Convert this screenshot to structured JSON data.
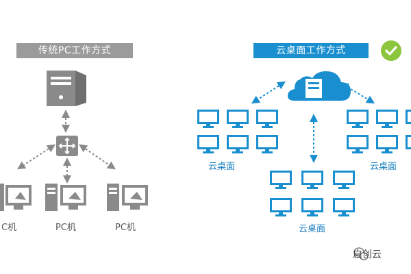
{
  "left_panel": {
    "title": "传统PC工作方式",
    "pc_labels": [
      "C机",
      "PC机",
      "PC机"
    ]
  },
  "right_panel": {
    "title": "云桌面工作方式",
    "group_labels": [
      "云桌面",
      "云桌面",
      "云桌面"
    ]
  },
  "watermark": "启创云",
  "colors": {
    "gray": "#8a8a8a",
    "gray_banner": "#9b9b9b",
    "blue": "#1a8fd0",
    "check_green": "#8cc63f"
  },
  "icons": [
    "server-icon",
    "switch-icon",
    "pc-tower-icon",
    "monitor-icon",
    "cloud-server-icon",
    "check-icon",
    "wechat-icon"
  ]
}
